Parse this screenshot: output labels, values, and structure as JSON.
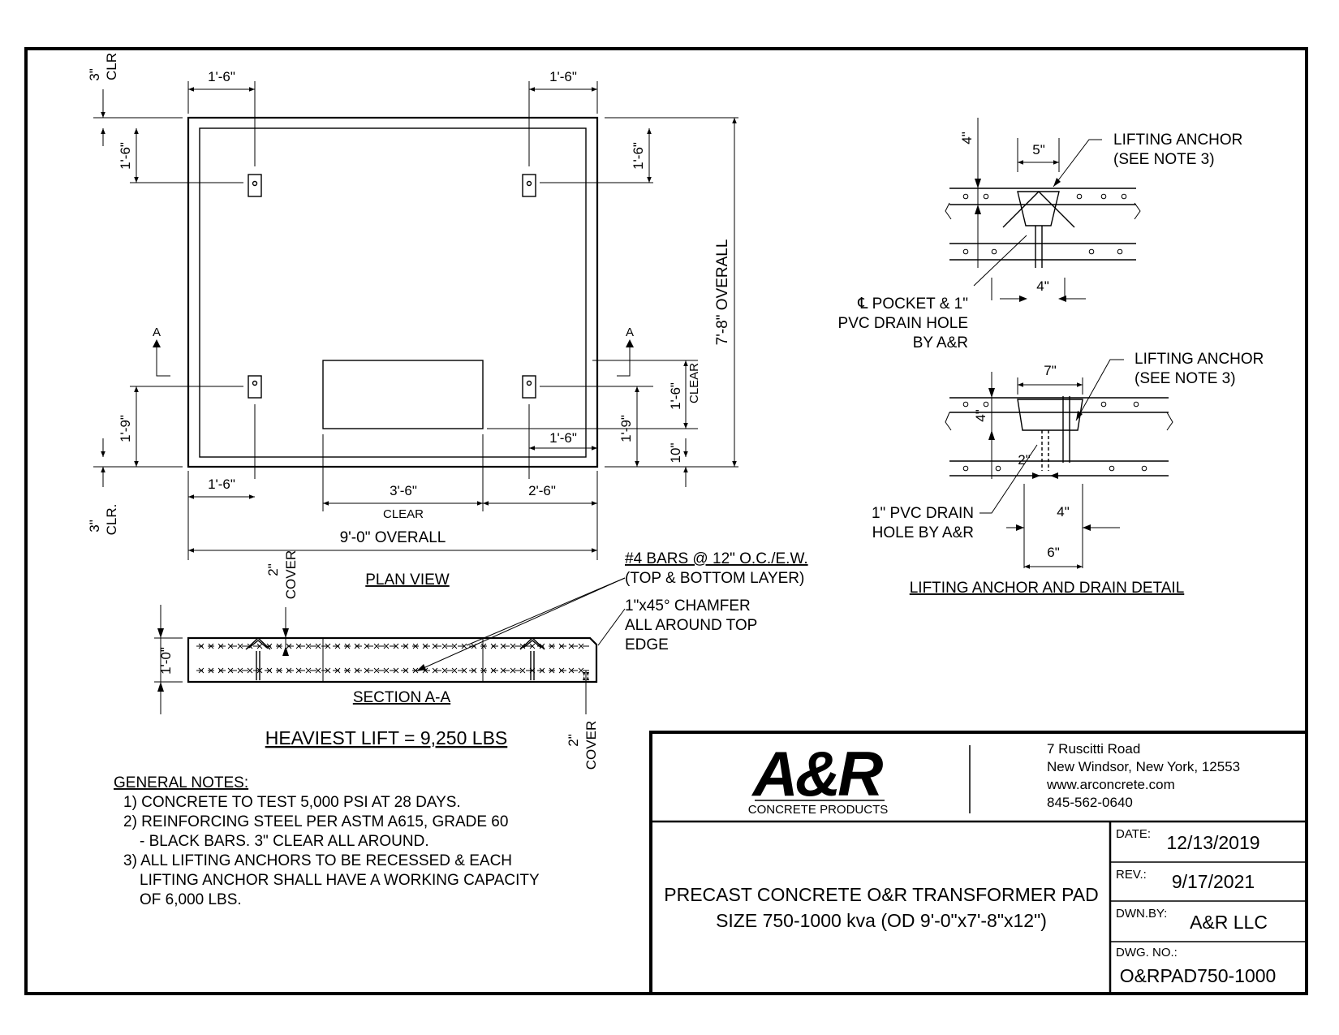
{
  "plan_view": {
    "title": "PLAN VIEW",
    "dim_top_left": "1'-6\"",
    "dim_top_right": "1'-6\"",
    "dim_clr_top": "3\"",
    "dim_clr_top_label": "CLR",
    "dim_left_upper": "1'-6\"",
    "dim_left_lower": "1'-9\"",
    "dim_clr_bottom": "3\"",
    "dim_clr_bottom_label": "CLR.",
    "dim_right_upper": "1'-6\"",
    "dim_right_lower": "1'-9\"",
    "dim_opening_height": "1'-6\"",
    "dim_opening_height_label": "CLEAR",
    "dim_opening_offset": "10\"",
    "dim_opening_right": "1'-6\"",
    "dim_bottom_left": "1'-6\"",
    "dim_opening_width": "3'-6\"",
    "dim_opening_width_label": "CLEAR",
    "dim_opening_to_edge": "2'-6\"",
    "overall_width": "9'-0\" OVERALL",
    "overall_length": "7'-8\" OVERALL",
    "section_mark": "A"
  },
  "section_view": {
    "title": "SECTION A-A",
    "thickness": "1'-0\"",
    "cover_top": "2\"",
    "cover_top_label": "COVER",
    "cover_bottom": "2\"",
    "cover_bottom_label": "COVER",
    "rebar_note_line1": "#4 BARS @ 12\" O.C./E.W.",
    "rebar_note_line2": "(TOP & BOTTOM LAYER)",
    "chamfer_note_line1": "1\"x45° CHAMFER",
    "chamfer_note_line2": "ALL AROUND TOP",
    "chamfer_note_line3": "EDGE"
  },
  "heaviest_lift": "HEAVIEST LIFT = 9,250 LBS",
  "detail": {
    "title": "LIFTING ANCHOR AND DRAIN DETAIL",
    "upper_anchor_line1": "LIFTING ANCHOR",
    "upper_anchor_line2": "(SEE NOTE 3)",
    "upper_dim_depth": "4\"",
    "upper_dim_top": "5\"",
    "upper_dim_bottom": "4\"",
    "pocket_line1": "℄ POCKET & 1\"",
    "pocket_line2": "PVC DRAIN HOLE",
    "pocket_line3": "BY A&R",
    "lower_anchor_line1": "LIFTING ANCHOR",
    "lower_anchor_line2": "(SEE NOTE 3)",
    "lower_dim_top": "7\"",
    "lower_dim_depth": "4\"",
    "lower_dim_small": "2\"",
    "lower_dim_mid": "4\"",
    "lower_dim_bottom": "6\"",
    "drain_line1": "1\" PVC DRAIN",
    "drain_line2": "HOLE BY A&R"
  },
  "notes": {
    "heading": "GENERAL NOTES:",
    "lines": [
      "1) CONCRETE TO TEST 5,000 PSI AT 28 DAYS.",
      "2) REINFORCING STEEL PER ASTM A615, GRADE 60",
      "- BLACK BARS. 3\" CLEAR ALL AROUND.",
      "3) ALL LIFTING ANCHORS TO BE RECESSED & EACH",
      "LIFTING ANCHOR SHALL HAVE A WORKING CAPACITY",
      "OF 6,000 LBS."
    ]
  },
  "title_block": {
    "logo_text": "A&R",
    "logo_subtext": "CONCRETE PRODUCTS",
    "address_lines": [
      "7 Ruscitti Road",
      "New Windsor, New York, 12553",
      "www.arconcrete.com",
      "845-562-0640"
    ],
    "drawing_title_line1": "PRECAST CONCRETE O&R TRANSFORMER PAD",
    "drawing_title_line2": "SIZE 750-1000 kva (OD 9'-0\"x7'-8\"x12\")",
    "date_label": "DATE:",
    "date_value": "12/13/2019",
    "rev_label": "REV.:",
    "rev_value": "9/17/2021",
    "drawn_label": "DWN.BY:",
    "drawn_value": "A&R LLC",
    "dwg_label": "DWG. NO.:",
    "dwg_value": "O&RPAD750-1000"
  },
  "colors": {
    "ink": "#000000",
    "paper": "#ffffff"
  }
}
